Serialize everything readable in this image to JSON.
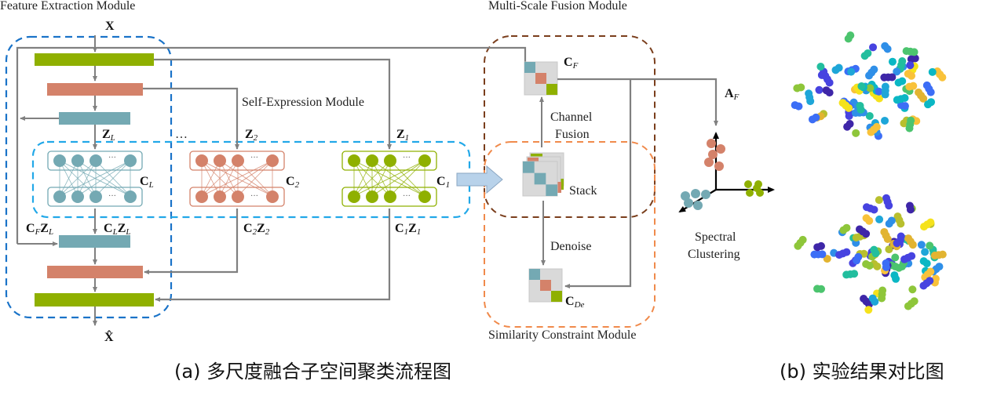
{
  "colors": {
    "green": "#8fb000",
    "orange": "#d4826a",
    "teal": "#74a9b3",
    "line": "#808080",
    "blue_dash": "#1a73c8",
    "cyan_dash": "#22a8e8",
    "brown_dash": "#7a3e1c",
    "orange_dash": "#f08a4b",
    "arrow_fill": "#b8d2ea",
    "matrix_bg": "#d9d9d9"
  },
  "modules": {
    "feature_extraction": "Feature Extraction Module",
    "self_expression": "Self-Expression Module",
    "multi_scale_fusion": "Multi-Scale Fusion Module",
    "similarity_constraint": "Similarity Constraint Module"
  },
  "symbols": {
    "x_input": "X",
    "x_output": "X̂",
    "z_l": {
      "base": "Z",
      "sub": "L"
    },
    "z_2": {
      "base": "Z",
      "sub": "2"
    },
    "z_1": {
      "base": "Z",
      "sub": "1"
    },
    "c_l": {
      "base": "C",
      "sub": "L"
    },
    "c_2": {
      "base": "C",
      "sub": "2"
    },
    "c_1": {
      "base": "C",
      "sub": "1"
    },
    "cf_zl": {
      "a": "C",
      "asub": "F",
      "b": "Z",
      "bsub": "L"
    },
    "cl_zl": {
      "a": "C",
      "asub": "L",
      "b": "Z",
      "bsub": "L"
    },
    "c2_z2": {
      "a": "C",
      "asub": "2",
      "b": "Z",
      "bsub": "2"
    },
    "c1_z1": {
      "a": "C",
      "asub": "1",
      "b": "Z",
      "bsub": "1"
    },
    "c_f": {
      "base": "C",
      "sub": "F"
    },
    "c_de": {
      "base": "C",
      "sub": "De"
    },
    "a_f": {
      "base": "A",
      "sub": "F"
    },
    "ellipsis": "…",
    "node_ellipsis": "···"
  },
  "labels": {
    "channel_fusion_1": "Channel",
    "channel_fusion_2": "Fusion",
    "stack": "Stack",
    "denoise": "Denoise",
    "spectral_1": "Spectral",
    "spectral_2": "Clustering"
  },
  "captions": {
    "a": "(a) 多尺度融合子空间聚类流程图",
    "b": "(b) 实验结果对比图"
  },
  "scatter_palette": [
    "#3e26a8",
    "#4743e0",
    "#3c6ef6",
    "#2f8fe8",
    "#1ea6d8",
    "#0bb7c4",
    "#22be9e",
    "#4cc46e",
    "#8ec63a",
    "#b8bf2e",
    "#e2b431",
    "#f9c23a",
    "#f5e21c"
  ],
  "scatter_top_seed": 7,
  "scatter_bottom_seed": 13
}
